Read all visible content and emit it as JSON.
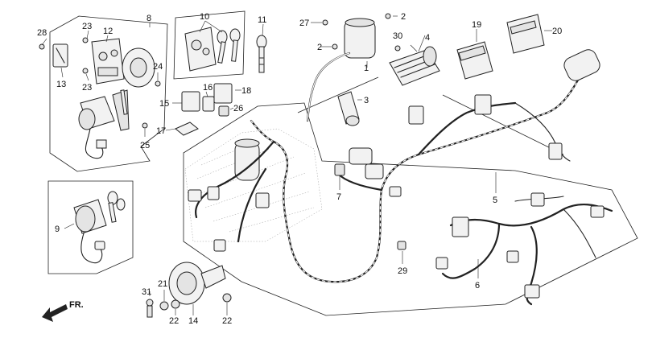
{
  "diagram": {
    "direction_label": "FR.",
    "callouts": [
      {
        "id": "c28",
        "text": "28"
      },
      {
        "id": "c23a",
        "text": "23"
      },
      {
        "id": "c12",
        "text": "12"
      },
      {
        "id": "c8",
        "text": "8"
      },
      {
        "id": "c23b",
        "text": "23"
      },
      {
        "id": "c24",
        "text": "24"
      },
      {
        "id": "c13",
        "text": "13"
      },
      {
        "id": "c25",
        "text": "25"
      },
      {
        "id": "c10",
        "text": "10"
      },
      {
        "id": "c11",
        "text": "11"
      },
      {
        "id": "c27",
        "text": "27"
      },
      {
        "id": "c2a",
        "text": "2"
      },
      {
        "id": "c2b",
        "text": "2"
      },
      {
        "id": "c1",
        "text": "1"
      },
      {
        "id": "c30",
        "text": "30"
      },
      {
        "id": "c4",
        "text": "4"
      },
      {
        "id": "c19",
        "text": "19"
      },
      {
        "id": "c20",
        "text": "20"
      },
      {
        "id": "c15",
        "text": "15"
      },
      {
        "id": "c16",
        "text": "16"
      },
      {
        "id": "c18",
        "text": "18"
      },
      {
        "id": "c26",
        "text": "26"
      },
      {
        "id": "c17",
        "text": "17"
      },
      {
        "id": "c3",
        "text": "3"
      },
      {
        "id": "c7",
        "text": "7"
      },
      {
        "id": "c5",
        "text": "5"
      },
      {
        "id": "c9",
        "text": "9"
      },
      {
        "id": "c29",
        "text": "29"
      },
      {
        "id": "c6",
        "text": "6"
      },
      {
        "id": "c31",
        "text": "31"
      },
      {
        "id": "c21",
        "text": "21"
      },
      {
        "id": "c22a",
        "text": "22"
      },
      {
        "id": "c14",
        "text": "14"
      },
      {
        "id": "c22b",
        "text": "22"
      }
    ]
  }
}
